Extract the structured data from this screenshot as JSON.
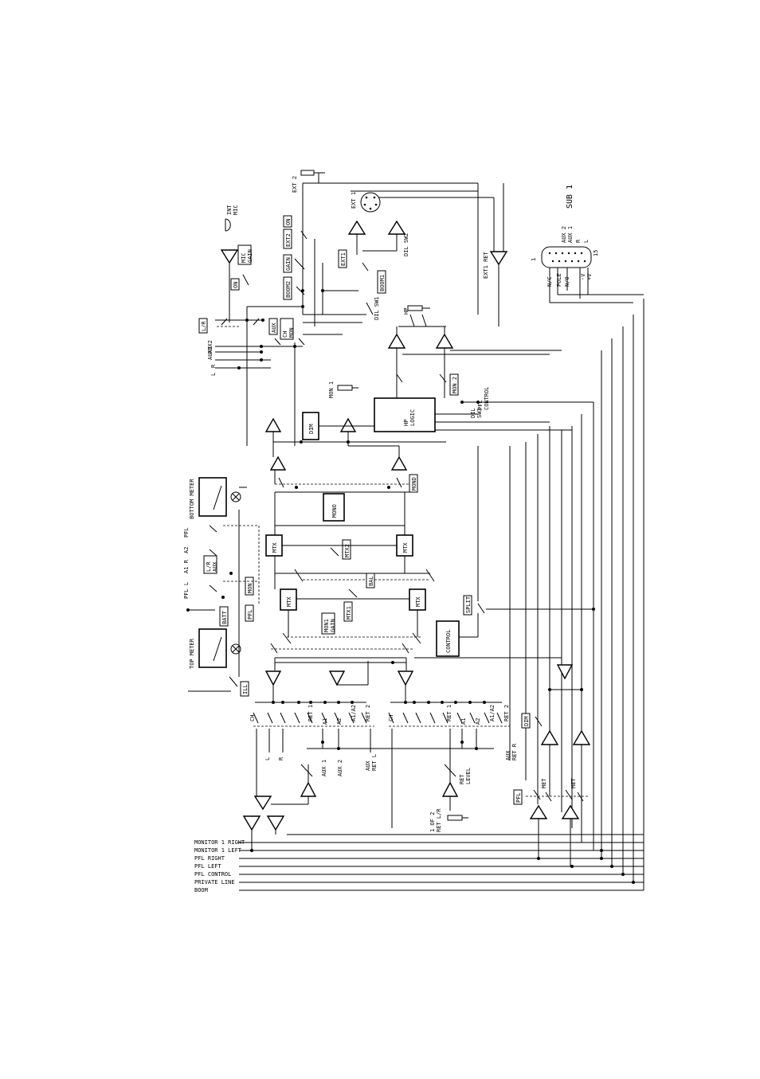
{
  "bus_labels": [
    "MONITOR 1 RIGHT",
    "MONITOR 1 LEFT",
    "PFL RIGHT",
    "PFL LEFT",
    "PFL CONTROL",
    "PRIVATE LINE",
    "BOOM"
  ],
  "top_labels": {
    "int_mic": "INT\nMIC",
    "mic_gain": "MIC\nGAIN",
    "on_a": "ON",
    "ext2_top": "EXT 2",
    "ext2_box": "EXT2",
    "on_b": "ON",
    "gain": "GAIN",
    "boom2": "BOOM2",
    "ext1_top": "EXT 1",
    "ext1_box": "EXT1",
    "boom1": "BOOM1",
    "dil_sw2": "DIL SW2",
    "dil_sw1": "DIL SW1",
    "ext1_ret": "EXT1 RET",
    "sub1": "SUB 1",
    "lr": "L/R",
    "aux_box": "AUX",
    "ch_mon": "CH\nMON",
    "aux2": "AUX2",
    "aux1": "AUX1",
    "r": "R",
    "l": "L",
    "hp": "HP"
  },
  "connector": {
    "pins": [
      "AUX 2",
      "AUX 1",
      "R",
      "L"
    ],
    "pins_b": [
      "N/C",
      "POLE",
      "N/O",
      "-V",
      "+V"
    ],
    "pin1": "1",
    "pin15": "15"
  },
  "mid_labels": {
    "mon1": "MON 1",
    "mon2": "MON 2",
    "dim": "DIM",
    "hp_logic": "HP\nLOGIC",
    "pfl_control": "PFL\nCONTROL",
    "dil_sw3": "DIL\nSW3",
    "bottom_meter": "BOTTOM METER",
    "top_meter": "TOP METER",
    "pfl_a": "PFL",
    "a2": "A2",
    "a1r": "A1 R",
    "pfl_l": "PFL L",
    "lr_aux": "L/R\nAUX",
    "mon": "MON",
    "pfl_box": "PFL",
    "batt": "BATT",
    "ill": "ILL",
    "mono": "MONO",
    "mtx": "MTX",
    "mtx2": "MTX2",
    "mond": "MOND",
    "bal": "BAL",
    "mtx1": "MTX1",
    "mon1_gain": "MON1\nGAIN",
    "split": "SPLIT",
    "control": "CONTROL"
  },
  "bottom_labels": {
    "ch_a": "CH",
    "ret1_a": "RET 1",
    "a1_a": "A1",
    "a2_a": "A2",
    "a1a2_a": "A1/A2",
    "ch_b": "CH",
    "ret1_b": "RET 1",
    "a1_b": "A1",
    "a2_b": "A2",
    "a1a2_b": "A1/A2",
    "ret2_a": "RET 2",
    "ret2_b": "RET 2",
    "dim_box": "DIM",
    "l_in": "L",
    "r_in": "R",
    "aux1_in": "AUX 1",
    "aux2_in": "AUX 2",
    "aux_ret_l": "AUX\nRET L",
    "ret_level": "RET\nLEVEL",
    "aux_ret_r": "AUX\nRET R",
    "one_of_2": "1 OF 2\nRET L/R",
    "pfl_met": "PFL",
    "met1": "MET",
    "met2": "MET"
  }
}
